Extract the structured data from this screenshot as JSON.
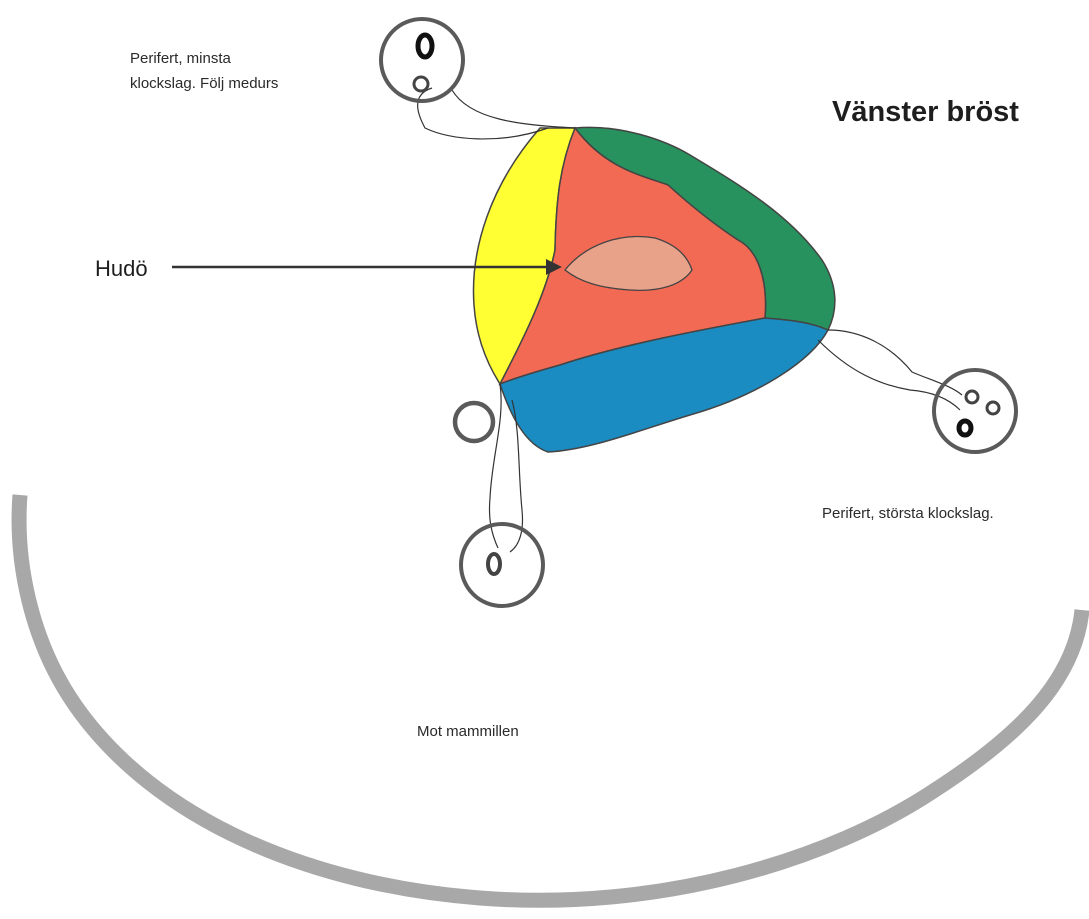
{
  "title": "Vänster bröst",
  "labels": {
    "periphery_smallest": [
      "Perifert, minsta",
      "klockslag. Följ medurs"
    ],
    "periphery_largest": "Perifert, största klockslag.",
    "toward_nipple": "Mot mammillen",
    "skin_island": "Hudö"
  },
  "colors": {
    "yellow": "#ffff33",
    "green": "#27925e",
    "red": "#f26a54",
    "blue": "#1a8cc2",
    "skin": "#e9a28a",
    "outline": "#444444",
    "breast_contour": "#a8a8a8",
    "marker_ring": "#5a5a5a"
  }
}
